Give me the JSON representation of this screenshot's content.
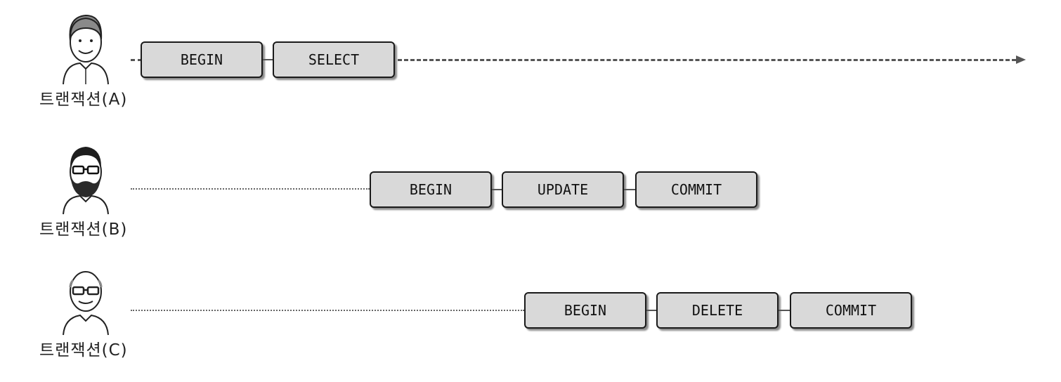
{
  "transactions": [
    {
      "label": "트랜잭션(A)",
      "steps": [
        "BEGIN",
        "SELECT"
      ]
    },
    {
      "label": "트랜잭션(B)",
      "steps": [
        "BEGIN",
        "UPDATE",
        "COMMIT"
      ]
    },
    {
      "label": "트랜잭션(C)",
      "steps": [
        "BEGIN",
        "DELETE",
        "COMMIT"
      ]
    }
  ]
}
